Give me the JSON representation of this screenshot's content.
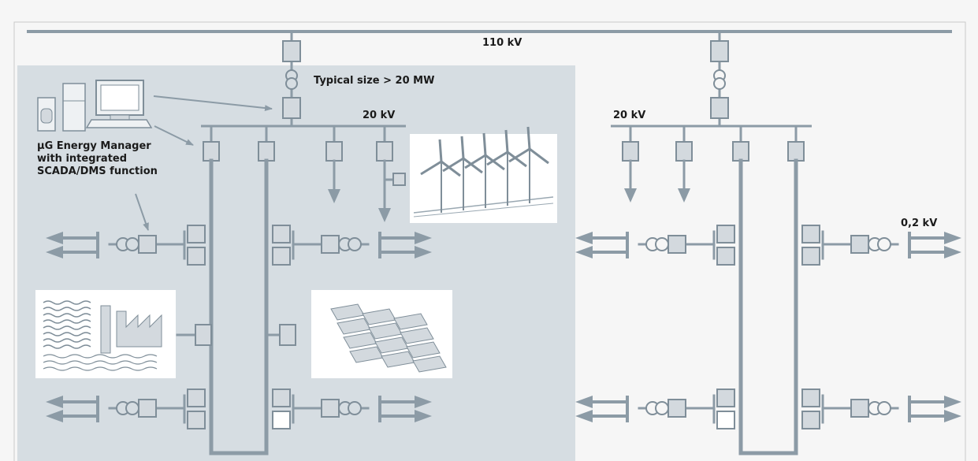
{
  "labels": {
    "hv_bus": "110 kV",
    "typical_size": "Typical size > 20 MW",
    "mv_left": "20 kV",
    "mv_right": "20 kV",
    "lv": "0,2 kV",
    "manager_line1": "μG Energy Manager",
    "manager_line2": "with integrated",
    "manager_line3": "SCADA/DMS function"
  },
  "colors": {
    "background": "#f6f6f6",
    "microgrid_area": "#d6dde2",
    "line": "#8c9ba6",
    "box_fill": "#d3d9de",
    "box_stroke": "#7f8e99",
    "inset_bg": "#ffffff",
    "text": "#1b1b1b"
  },
  "icons": [
    "computer-workstation-icon",
    "wind-farm-icon",
    "hydro-industry-icon",
    "solar-panel-icon",
    "transformer-icon"
  ]
}
